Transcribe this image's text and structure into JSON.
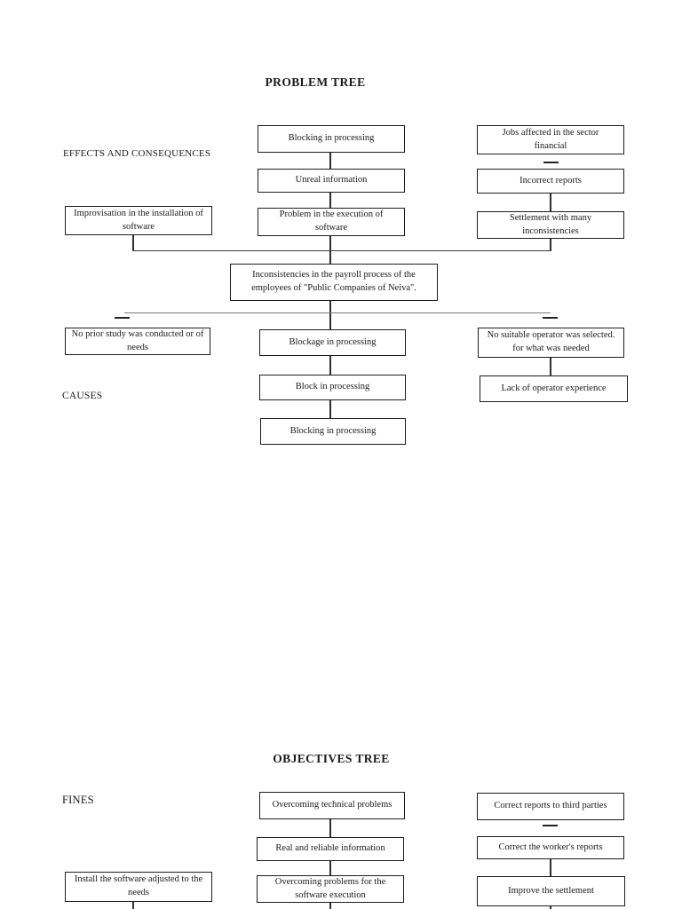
{
  "problem_tree": {
    "title": "PROBLEM TREE",
    "label_effects": "EFFECTS AND CONSEQUENCES",
    "label_causes": "CAUSES",
    "boxes": {
      "effect_center_1": "Blocking in processing",
      "effect_center_2": "Unreal information",
      "effect_center_3": "Problem in the execution of\nsoftware",
      "effect_right_1": "Jobs affected in the sector\nfinancial",
      "effect_right_2": "Incorrect reports",
      "effect_right_3": "Settlement with many\ninconsistencies",
      "effect_left_1": "Improvisation in the installation of\nsoftware",
      "core_problem": "Inconsistencies in the payroll process of the\nemployees of \"Public Companies of Neiva\".",
      "cause_left_1": "No prior study was conducted or of\nneeds",
      "cause_center_1": "Blockage in processing",
      "cause_center_2": "Block in processing",
      "cause_center_3": "Blocking in processing",
      "cause_right_1": "No suitable operator was selected.\nfor what was needed",
      "cause_right_2": "Lack of operator experience"
    }
  },
  "objectives_tree": {
    "title": "OBJECTIVES TREE",
    "label_fines": "FINES",
    "boxes": {
      "obj_center_1": "Overcoming technical problems",
      "obj_center_2": "Real and reliable information",
      "obj_center_3": "Overcoming problems for the\nsoftware execution",
      "obj_right_1": "Correct reports to third parties",
      "obj_right_2": "Correct the worker's reports",
      "obj_right_3": "Improve the settlement",
      "obj_left_1": "Install the software adjusted to the\nneeds"
    }
  },
  "colors": {
    "box_border": "#1c1c1c",
    "connector": "#2e2e2e",
    "faint_line": "#787878",
    "background": "#ffffff"
  }
}
